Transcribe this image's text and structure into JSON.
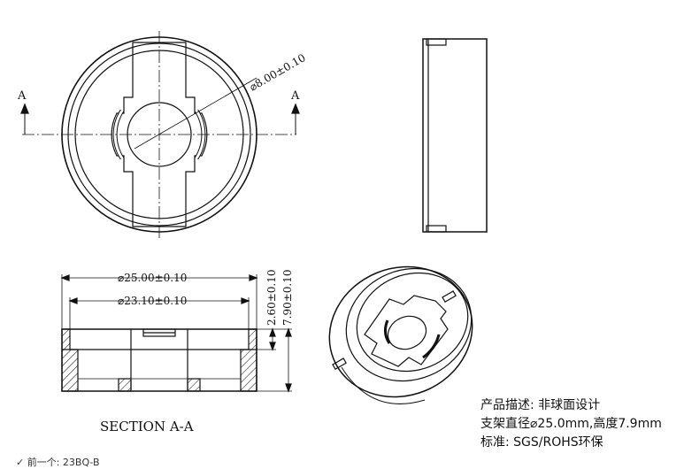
{
  "front_view": {
    "section_mark_left": "A",
    "section_mark_right": "A",
    "hole_dimension": "⌀8.00±0.10"
  },
  "section_view": {
    "outer_diameter": "⌀25.00±0.10",
    "inner_diameter": "⌀23.10±0.10",
    "step_height": "2.60±0.10",
    "total_height": "7.90±0.10",
    "title": "SECTION A-A"
  },
  "info": {
    "line1": "产品描述: 非球面设计",
    "line2": "支架直径⌀25.0mm,高度7.9mm",
    "line3": "标准: SGS/ROHS环保"
  },
  "footer": {
    "nav_text": "✓ 前一个: 23BQ-B"
  }
}
